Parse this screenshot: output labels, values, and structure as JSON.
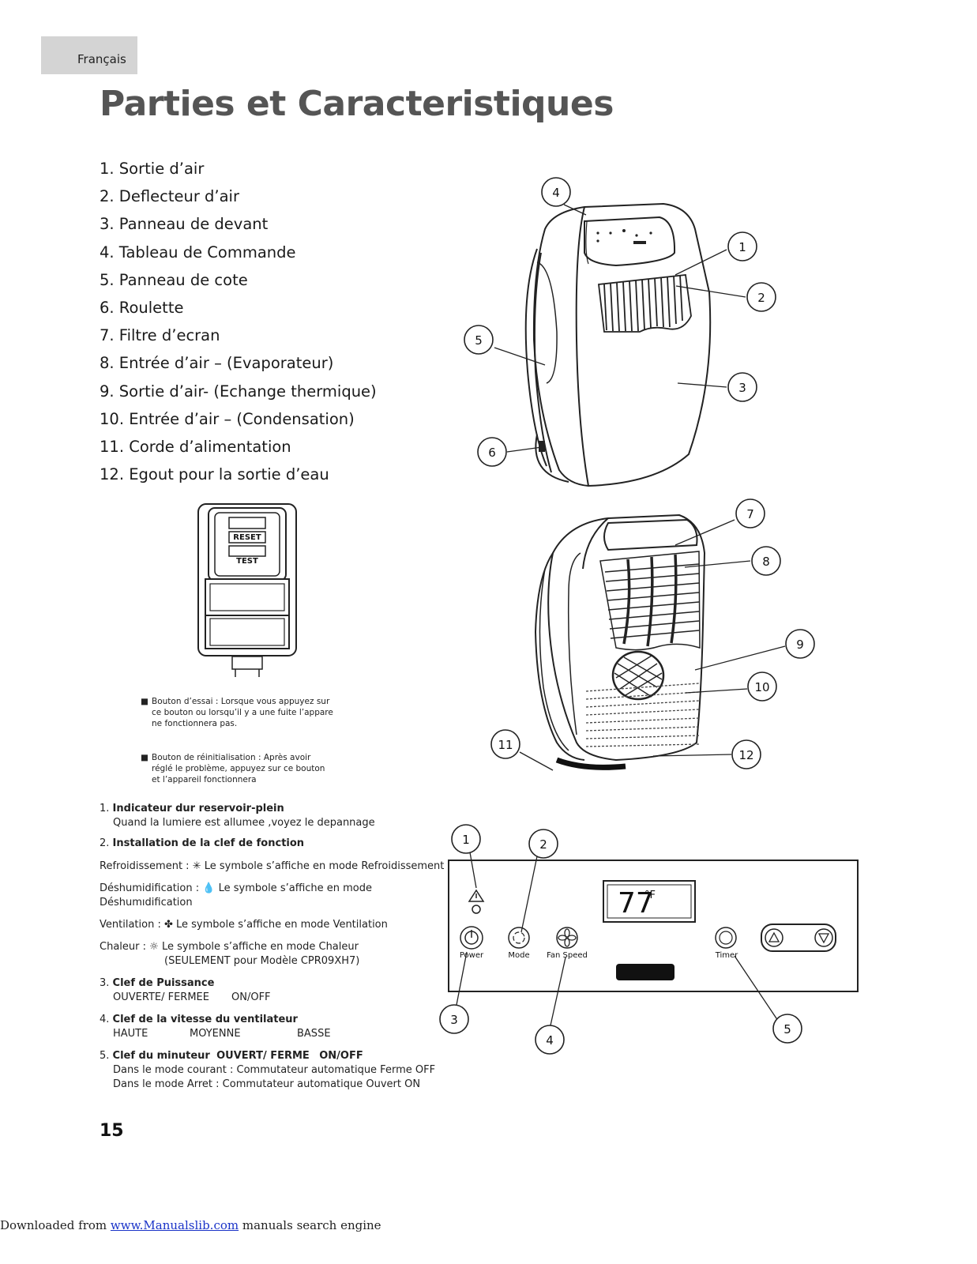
{
  "language_tab": "Français",
  "title": "Parties et Caracteristiques",
  "parts": [
    "1. Sortie d’air",
    "2. Deflecteur d’air",
    "3. Panneau de devant",
    "4. Tableau de Commande",
    "5. Panneau de cote",
    "6. Roulette",
    "7. Filtre d’ecran",
    "8. Entrée d’air – (Evaporateur)",
    "9. Sortie d’air- (Echange thermique)",
    "10. Entrée d’air – (Condensation)",
    "11. Corde d’alimentation",
    "12. Egout pour la sortie d’eau"
  ],
  "device": {
    "reset_label": "RESET",
    "test_label": "TEST"
  },
  "notes": {
    "test_button": "Bouton d’essai : Lorsque vous appuyez sur ce bouton ou lorsqu’il y a une fuite l’appare ne fonctionnera pas.",
    "reset_button": "Bouton de réinitialisation : Après avoir réglé le problème, appuyez sur ce bouton et l’appareil fonctionnera"
  },
  "descriptions": {
    "d1_title_num": "1.",
    "d1_title": "Indicateur dur reservoir-plein",
    "d1_text": "Quand la lumiere est allumee ,voyez le depannage",
    "d2_title_num": "2.",
    "d2_title": "Installation de la clef de fonction",
    "cool_label": "Refroidissement :",
    "cool_text": "Le symbole s’affiche en mode Refroidissement",
    "dehum_label": "Déshumidification :",
    "dehum_text": "Le symbole s’affiche en mode",
    "dehum_text2": "Déshumıdification",
    "vent_label": "Ventilation :",
    "vent_text": "Le symbole s’affiche en mode Ventilation",
    "heat_label": "Chaleur :",
    "heat_text": "Le symbole s’affiche en mode Chaleur",
    "heat_text2": "(SEULEMENT pour Modèle CPR09XH7)",
    "d3_title_num": "3.",
    "d3_title": "Clef de Puissance",
    "d3_a": "OUVERTE/ FERMEE",
    "d3_b": "ON/OFF",
    "d4_title_num": "4.",
    "d4_title": "Clef de la vitesse du ventilateur",
    "d4_a": "HAUTE",
    "d4_b": "MOYENNE",
    "d4_c": "BASSE",
    "d5_title_num": "5.",
    "d5_title": "Clef du minuteur",
    "d5_title_b": "OUVERT/ FERME",
    "d5_title_c": "ON/OFF",
    "d5_l1": "Dans le mode courant : Commutateur automatique  Ferme  OFF",
    "d5_l2": "Dans le mode Arret : Commutateur automatique Ouvert  ON"
  },
  "control_panel": {
    "temp_value": "77",
    "temp_unit": "°F",
    "power_label": "Power",
    "mode_label": "Mode",
    "fan_label": "Fan Speed",
    "timer_label": "Timer"
  },
  "callouts": {
    "n1": "1",
    "n2": "2",
    "n3": "3",
    "n4": "4",
    "n5": "5",
    "n6": "6",
    "n7": "7",
    "n8": "8",
    "n9": "9",
    "n10": "10",
    "n11": "11",
    "n12": "12"
  },
  "page_number": "15",
  "footer": {
    "prefix": "Downloaded from ",
    "link": "www.Manualslib.com",
    "suffix": " manuals search engine"
  }
}
